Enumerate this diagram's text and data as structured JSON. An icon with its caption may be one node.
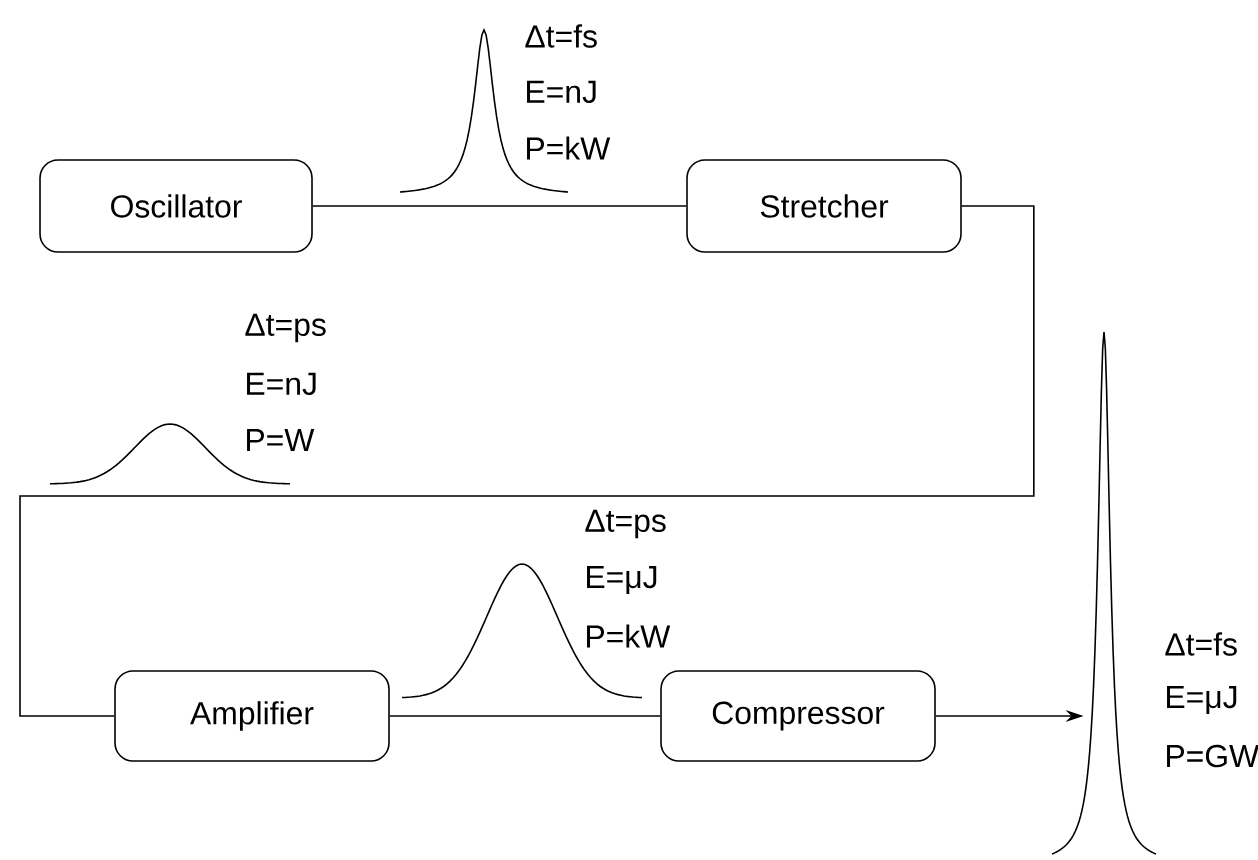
{
  "diagram": {
    "nodes": [
      {
        "text": [
          "Oscillator"
        ]
      },
      {
        "text": [
          "Stretcher"
        ]
      },
      {
        "text": [
          "Amplifier"
        ]
      },
      {
        "text": [
          "Compressor"
        ]
      },
      {
        "text": [],
        "shape": "pulse",
        "beside": [
          "Δt=fs",
          "E=μJ",
          "P=GW"
        ]
      }
    ],
    "edges": [
      {
        "from": 0,
        "to": 1,
        "arrow": "none"
      },
      {
        "from": 1,
        "to": 2,
        "arrow": "none"
      },
      {
        "from": 2,
        "to": 3,
        "arrow": "none"
      },
      {
        "from": 3,
        "to": 4,
        "arrow": "to"
      }
    ],
    "labels": [
      "Δt=fs",
      "E=nJ",
      "P=kW",
      "Δt=ps",
      "E=nJ",
      "P=W",
      "Δt=ps",
      "E=μJ",
      "P=kW"
    ]
  }
}
